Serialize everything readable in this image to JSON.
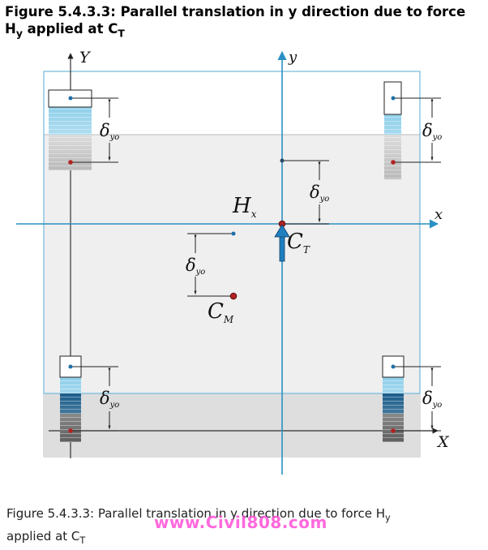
{
  "title": {
    "line1": "Figure 5.4.3.3: Parallel translation in y direction due to force",
    "line2_prefix": "H",
    "line2_sub": "y",
    "line2_mid": " applied at C",
    "line2_sub2": "T"
  },
  "labels": {
    "Y": "Y",
    "X": "X",
    "y": "y",
    "x": "x",
    "Hx_main": "H",
    "Hx_sub": "x",
    "CT_main": "C",
    "CT_sub": "T",
    "CM_main": "C",
    "CM_sub": "M",
    "delta_main": "δ",
    "delta_sub": "yo"
  },
  "caption": {
    "line1": "Figure 5.4.3.3: Parallel translation in y direction due to force H",
    "line1_sub": "y",
    "line2": "applied at C",
    "line2_sub": "T"
  },
  "watermark": "www.Civil808.com",
  "colors": {
    "axis_blue": "#2a8fc4",
    "center_red": "#b22222",
    "bar_light": "#8fd0ea",
    "bar_dark": "#1b5c8a"
  }
}
